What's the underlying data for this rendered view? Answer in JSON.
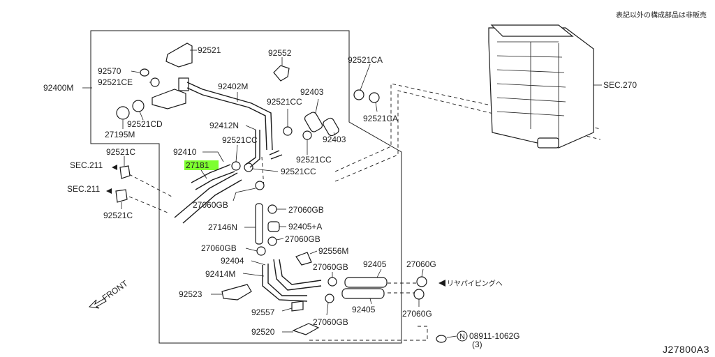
{
  "header_note": "表記以外の構成部品は非販売",
  "diagram_code": "J27800A3",
  "highlight_color": "#7dff2f",
  "labels": {
    "p92521": "92521",
    "p92552": "92552",
    "p92570": "92570",
    "p92521CE": "92521CE",
    "p92400M": "92400M",
    "p92402M": "92402M",
    "p92521CA_top": "92521CA",
    "p92521CA_mid": "92521CA",
    "p92403_a": "92403",
    "p92403_b": "92403",
    "p92521CC_1": "92521CC",
    "p92521CC_2": "92521CC",
    "p92521CC_3": "92521CC",
    "p92521CC_4": "92521CC",
    "p92521CD": "92521CD",
    "p27195M": "27195M",
    "p92412N": "92412N",
    "p92410": "92410",
    "p27181": "27181",
    "p92521C_top": "92521C",
    "p92521C_bot": "92521C",
    "sec211_top": "SEC.211",
    "sec211_bot": "SEC.211",
    "sec270": "SEC.270",
    "p27060GB_1": "27060GB",
    "p27060GB_2": "27060GB",
    "p27060GB_3": "27060GB",
    "p27060GB_4": "27060GB",
    "p27060GB_5": "27060GB",
    "p27060GB_6": "27060GB",
    "p27146N": "27146N",
    "p92405A": "92405+A",
    "p92556M": "92556M",
    "p92404": "92404",
    "p92414M": "92414M",
    "p92405_top": "92405",
    "p92405_bot": "92405",
    "p27060G_top": "27060G",
    "p27060G_bot": "27060G",
    "rear_piping": "リヤパイピングへ",
    "p92523": "92523",
    "p92557": "92557",
    "p92520": "92520",
    "front": "FRONT",
    "bolt": "08911-1062G",
    "bolt_qty": "(3)",
    "n_mark": "N"
  }
}
